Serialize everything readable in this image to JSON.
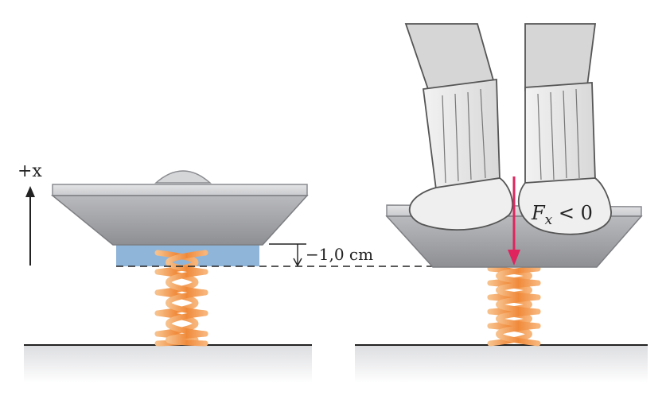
{
  "left_panel": {
    "axis_label": "+x",
    "compression_label": "−1,0 cm"
  },
  "right_panel": {
    "force_symbol": "F",
    "force_subscript": "x",
    "force_relation": " < 0"
  },
  "colors": {
    "platform": "#cfd0d2",
    "spring": "#f0994a",
    "compression_band": "#8fb5d9",
    "force_arrow": "#e0245e",
    "ground_shadow": "#e6e7e9"
  }
}
